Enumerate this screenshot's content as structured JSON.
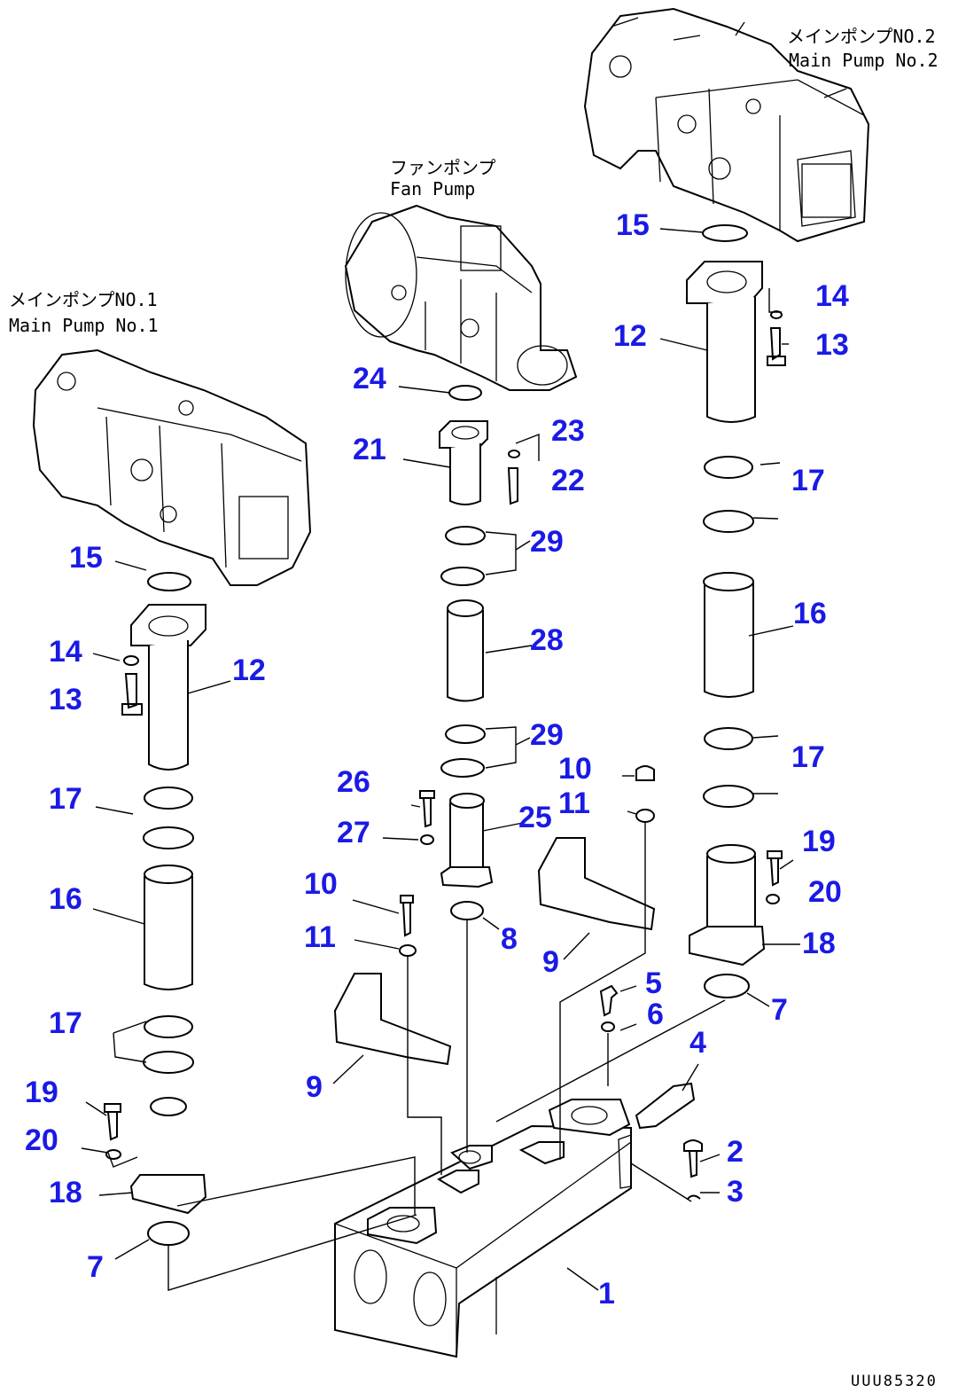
{
  "pumps": {
    "main_pump_2": {
      "label_jp": "メインポンプNO.2",
      "label_en": "Main Pump No.2"
    },
    "fan_pump": {
      "label_jp": "ファンポンプ",
      "label_en": "Fan Pump"
    },
    "main_pump_1": {
      "label_jp": "メインポンプNO.1",
      "label_en": "Main Pump No.1"
    }
  },
  "callouts": {
    "c15_right": "15",
    "c14_right": "14",
    "c12_right": "12",
    "c13_right": "13",
    "c17_right_a": "17",
    "c16_right": "16",
    "c17_right_b": "17",
    "c19_right": "19",
    "c20_right": "20",
    "c18_right": "18",
    "c7_right": "7",
    "c24": "24",
    "c23": "23",
    "c21": "21",
    "c22": "22",
    "c29_a": "29",
    "c28": "28",
    "c29_b": "29",
    "c26": "26",
    "c25": "25",
    "c27": "27",
    "c10_mid": "10",
    "c11_mid": "11",
    "c8": "8",
    "c9_mid": "9",
    "c10_right": "10",
    "c11_right": "11",
    "c9_right": "9",
    "c5": "5",
    "c6": "6",
    "c4": "4",
    "c2": "2",
    "c3": "3",
    "c1": "1",
    "c15_left": "15",
    "c14_left": "14",
    "c12_left": "12",
    "c13_left": "13",
    "c17_left_a": "17",
    "c16_left": "16",
    "c17_left_b": "17",
    "c19_left": "19",
    "c20_left": "20",
    "c18_left": "18",
    "c7_left": "7"
  },
  "document_id": "UUU85320"
}
